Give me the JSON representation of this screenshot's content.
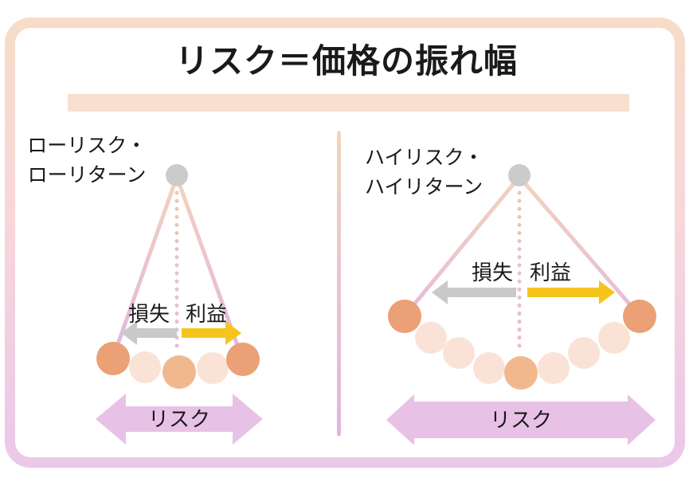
{
  "title": {
    "text": "リスク＝価格の振れ幅"
  },
  "panels": {
    "left": {
      "label_line1": "ローリスク・",
      "label_line2": "ローリターン",
      "loss_label": "損失",
      "profit_label": "利益",
      "risk_label": "リスク",
      "ball_count": 5
    },
    "right": {
      "label_line1": "ハイリスク・",
      "label_line2": "ハイリターン",
      "loss_label": "損失",
      "profit_label": "利益",
      "risk_label": "リスク",
      "ball_count": 9
    }
  },
  "colors": {
    "text": "#1a1a1a",
    "frame_top": "#f7dcc8",
    "frame_mid": "#f8d6da",
    "frame_bottom": "#ebc7ea",
    "title_bar": "#f8dfd0",
    "pivot_gray": "#cbcbcb",
    "line_top": "#f2d3bd",
    "line_bottom": "#e2b6df",
    "dot_top": "#e8c9b5",
    "dot_bottom": "#eeb8dc",
    "ball_dark": "#eca075",
    "ball_light": "#fae3d6",
    "ball_mid": "#f2b88d",
    "loss_arrow": "#c9c9c9",
    "profit_arrow": "#f5c51d",
    "risk_arrow": "#e8c2e6"
  }
}
